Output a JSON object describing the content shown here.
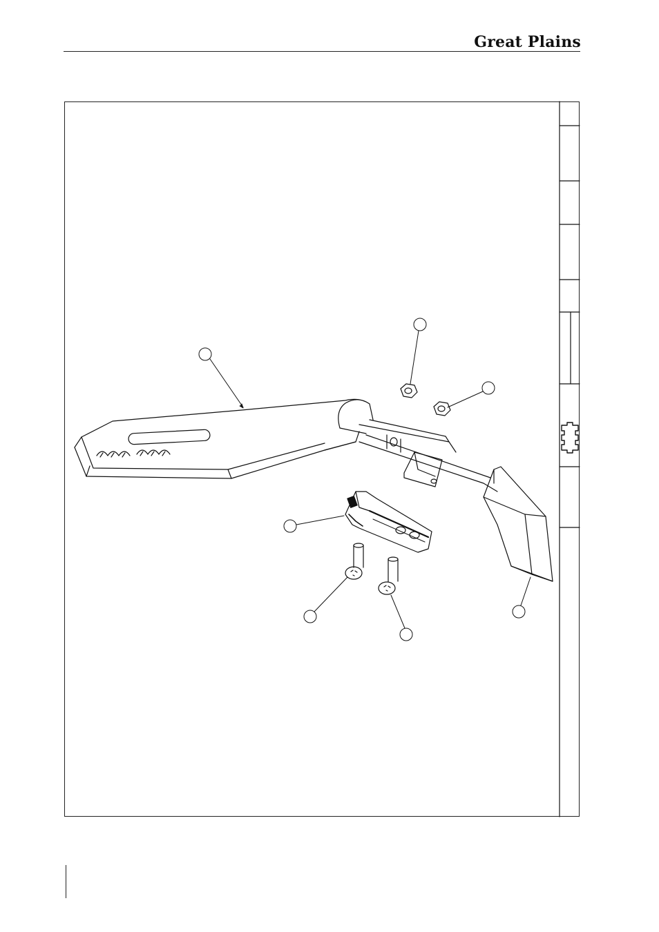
{
  "header": {
    "brand": "Great Plains"
  },
  "drawing": {
    "parts": [
      "shank",
      "nut-1",
      "nut-2",
      "point-holder",
      "bolt-1",
      "bolt-2",
      "point"
    ]
  }
}
